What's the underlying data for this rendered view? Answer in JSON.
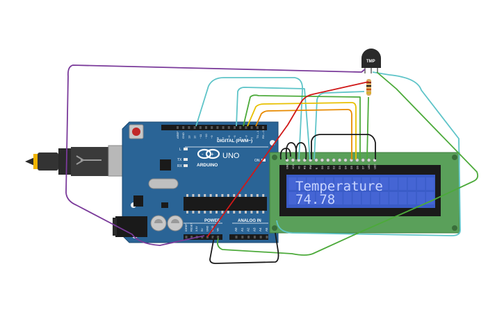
{
  "board": {
    "name": "ARDUINO",
    "model": "UNO",
    "digital_label": "DIGITAL (PWM~)",
    "analog_label": "ANALOG IN",
    "power_label": "POWER",
    "on_label": "ON",
    "tx_label": "TX",
    "rx_label": "RX",
    "l_label": "L",
    "digital_pins": [
      "AREF",
      "GND",
      "13",
      "12",
      "~11",
      "~10",
      "~9",
      "8",
      "7",
      "~6",
      "~5",
      "4",
      "~3",
      "2",
      "TX→1",
      "RX←0"
    ],
    "power_pins": [
      "IOREF",
      "RESET",
      "3.3V",
      "5V",
      "GND",
      "GND",
      "Vin"
    ],
    "analog_pins": [
      "A0",
      "A1",
      "A2",
      "A3",
      "A4",
      "A5"
    ]
  },
  "sensor": {
    "label": "TMP"
  },
  "lcd": {
    "line1": "Temperature",
    "line2": "74.78",
    "pins": [
      "GND",
      "VCC",
      "V0",
      "RS",
      "RW",
      "E",
      "D0",
      "D1",
      "D2",
      "D3",
      "D4",
      "D5",
      "D6",
      "D7",
      "LED",
      "LED"
    ]
  },
  "colors": {
    "board_blue": "#2a6496",
    "lcd_green": "#5aa05a",
    "lcd_screen": "#3a5cc8",
    "lcd_text": "#c8d4ff",
    "wire_purple": "#7a3a9a",
    "wire_cyan": "#5ec4c8",
    "wire_green": "#4caa3a",
    "wire_yellow": "#e8c000",
    "wire_orange": "#e88a00",
    "wire_red": "#d01818",
    "wire_black": "#1a1a1a"
  }
}
